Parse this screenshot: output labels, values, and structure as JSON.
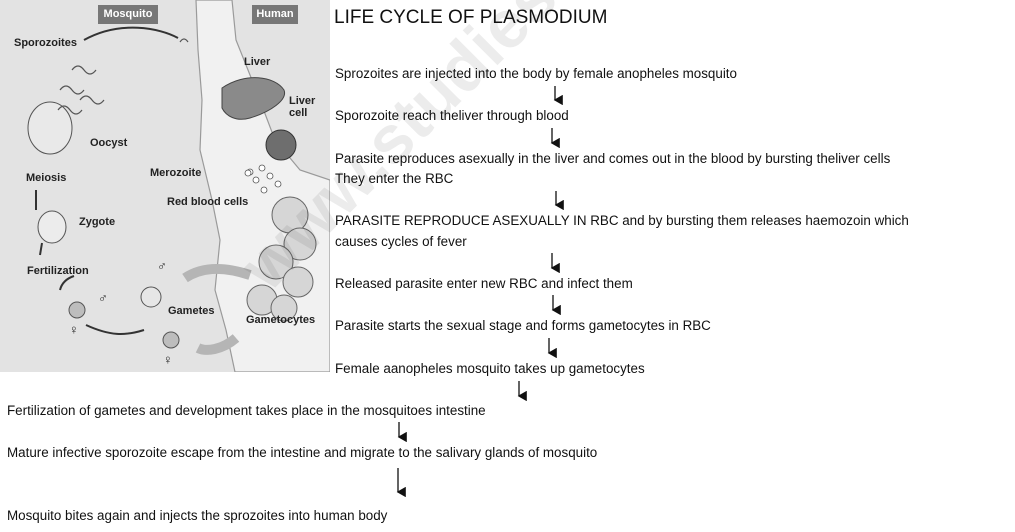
{
  "title": "LIFE CYCLE OF PLASMODIUM",
  "watermark": "www.studiestoday.com",
  "figure": {
    "tag_mosquito": "Mosquito",
    "tag_human": "Human",
    "labels": {
      "sporozoites": "Sporozoites",
      "liver": "Liver",
      "liver_cell": "Liver cell",
      "oocyst": "Oocyst",
      "meiosis": "Meiosis",
      "merozoite": "Merozoite",
      "zygote": "Zygote",
      "red_blood_cells": "Red blood cells",
      "fertilization": "Fertilization",
      "gametes": "Gametes",
      "gametocytes": "Gametocytes"
    },
    "symbols": {
      "male": "♂",
      "female": "♀"
    }
  },
  "steps": {
    "s1": "Sprozoites are   injected into the body by female  anopheles mosquito",
    "s2": "Sporozoite reach theliver  through blood",
    "s3a": "Parasite reproduces asexually in the liver and comes out in the blood by bursting theliver cells",
    "s3b": "They enter the RBC",
    "s4a": "PARASITE REPRODUCE ASEXUALLY IN RBC and by bursting them releases haemozoin which",
    "s4b": "causes cycles of fever",
    "s5": "Released  parasite enter new   RBC and infect them",
    "s6": "Parasite starts the sexual stage and forms  gametocytes in RBC",
    "s7": "Female aanopheles mosquito takes up gametocytes",
    "s8": "Fertilization of gametes and development takes place in the mosquitoes intestine",
    "s9": "Mature infective sporozoite escape from the intestine and migrate to the salivary  glands of mosquito",
    "s10": "Mosquito bites again and injects the sprozoites into human body"
  }
}
